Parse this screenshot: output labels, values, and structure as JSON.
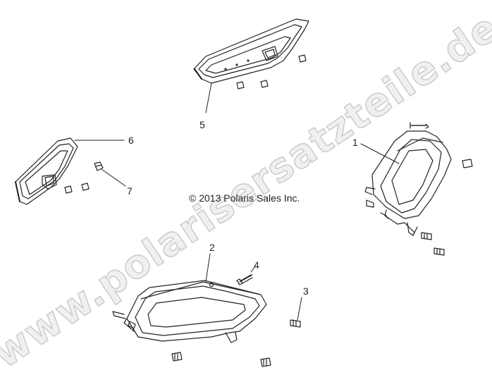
{
  "copyright": "© 2013 Polaris Sales Inc.",
  "watermark": "www.polarisersatzteile.de",
  "callouts": {
    "c1": "1",
    "c2": "2",
    "c3": "3",
    "c4": "4",
    "c5": "5",
    "c6": "6",
    "c7": "7"
  },
  "colors": {
    "line": "#222222",
    "paper": "#ffffff"
  }
}
